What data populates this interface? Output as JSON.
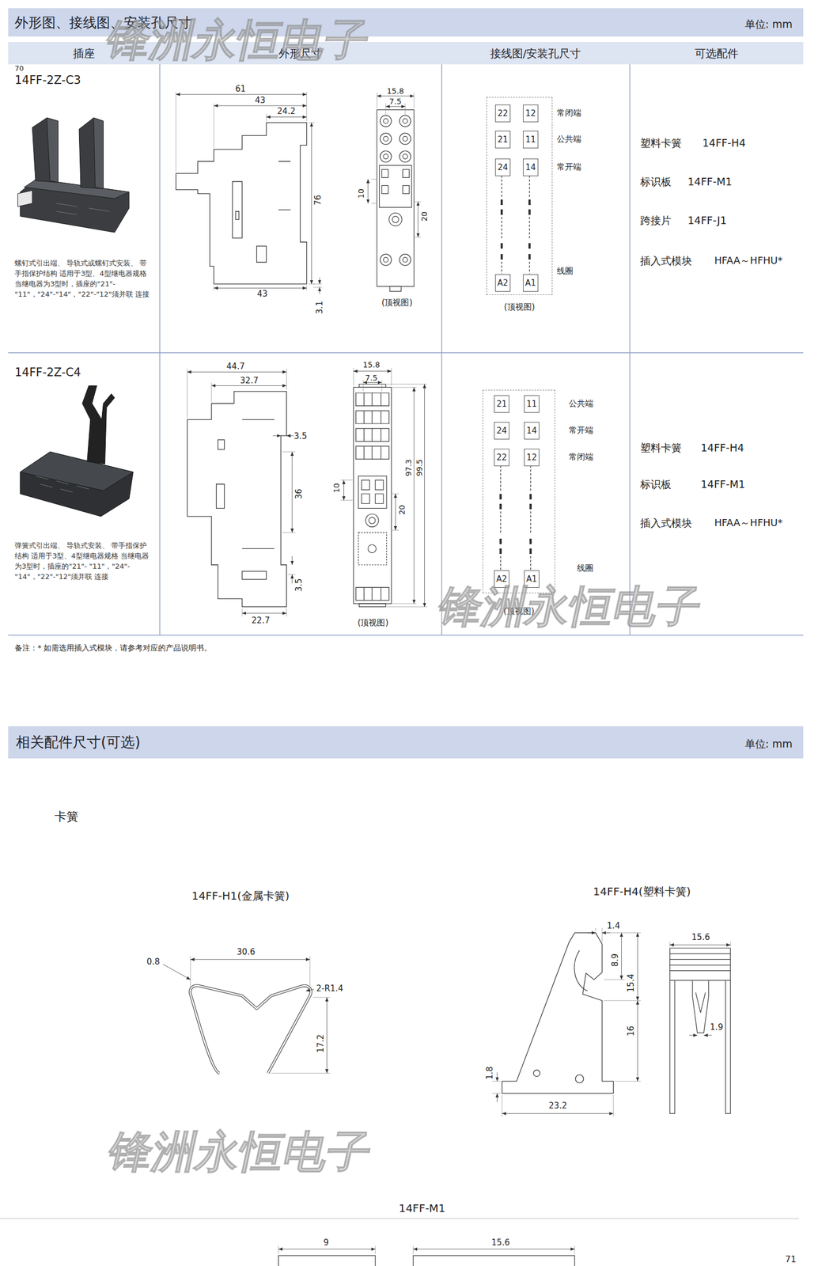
{
  "diagram": {
    "nodes": [
      {
        "text": [
          "外形图、接线图、安装孔尺寸",
          "单位: mm"
        ]
      },
      {
        "text": [
          "插座",
          "外形尺寸",
          "接线图/安装孔尺寸",
          "可选配件"
        ]
      },
      {
        "text": [
          "(顶视图)"
        ]
      },
      {
        "text": [
          "22"
        ],
        "in": 2
      },
      {
        "text": [
          "12"
        ],
        "in": 2
      },
      {
        "text": [
          "21"
        ],
        "in": 2
      },
      {
        "text": [
          "11"
        ],
        "in": 2
      },
      {
        "text": [
          "24"
        ],
        "in": 2
      },
      {
        "text": [
          "14"
        ],
        "in": 2
      },
      {
        "text": [
          "A2"
        ],
        "in": 2
      },
      {
        "text": [
          "A1"
        ],
        "in": 2
      },
      {
        "text": [
          "(顶视图)"
        ]
      },
      {
        "text": [
          "21"
        ],
        "in": 11
      },
      {
        "text": [
          "11"
        ],
        "in": 11
      },
      {
        "text": [
          "24"
        ],
        "in": 11
      },
      {
        "text": [
          "14"
        ],
        "in": 11
      },
      {
        "text": [
          "22"
        ],
        "in": 11
      },
      {
        "text": [
          "12"
        ],
        "in": 11
      },
      {
        "text": [
          "A2"
        ],
        "in": 11
      },
      {
        "text": [
          "A1"
        ],
        "in": 11
      },
      {
        "text": [
          "相关配件尺寸(可选)",
          "单位: mm"
        ]
      }
    ],
    "labels": [
      "70",
      "14FF-2Z-C3",
      "螺钉式引出端、 导轨式或螺钉式安装、 带手指保护结构 适用于3型、4型继电器规格 当继电器为3型时，插座的\"21\"- \"11\"，\"24\"-\"14\"，\"22\"-\"12\"须并联 连接",
      "61",
      "43",
      "24.2",
      "76",
      "43",
      "3.1",
      "15.8",
      "7.5",
      "10",
      "20",
      "(顶视图)",
      "常闭端",
      "公共端",
      "常开端",
      "线圈",
      "塑料卡簧",
      "14FF-H4",
      "标识板",
      "14FF-M1",
      "跨接片",
      "14FF-J1",
      "插入式模块",
      "HFAA～HFHU*",
      "14FF-2Z-C4",
      "弹簧式引出端、 导轨式安装、 带手指保护结构 适用于3型、4型继电器规格 当继电器为3型时，插座的\"21\"- \"11\"，\"24\"-\"14\"，\"22\"-\"12\"须并联 连接",
      "44.7",
      "32.7",
      "3.5",
      "36",
      "3.5",
      "22.7",
      "15.8",
      "7.5",
      "10",
      "20",
      "97.3",
      "99.5",
      "(顶视图)",
      "公共端",
      "常开端",
      "常闭端",
      "线圈",
      "塑料卡簧",
      "14FF-H4",
      "标识板",
      "14FF-M1",
      "插入式模块",
      "HFAA～HFHU*",
      "备注：* 如需选用插入式模块，请参考对应的产品说明书。",
      "卡簧",
      "14FF-H1(金属卡簧)",
      "0.8",
      "30.6",
      "2-R1.4",
      "17.2",
      "14FF-H4(塑料卡簧)",
      "1.4",
      "8.9",
      "15.4",
      "16",
      "1.8",
      "23.2",
      "15.6",
      "1.9",
      "14FF-M1",
      "9",
      "15.6",
      "71",
      "锋洲永恒电子",
      "锋洲永恒电子",
      "锋洲永恒电子"
    ]
  }
}
